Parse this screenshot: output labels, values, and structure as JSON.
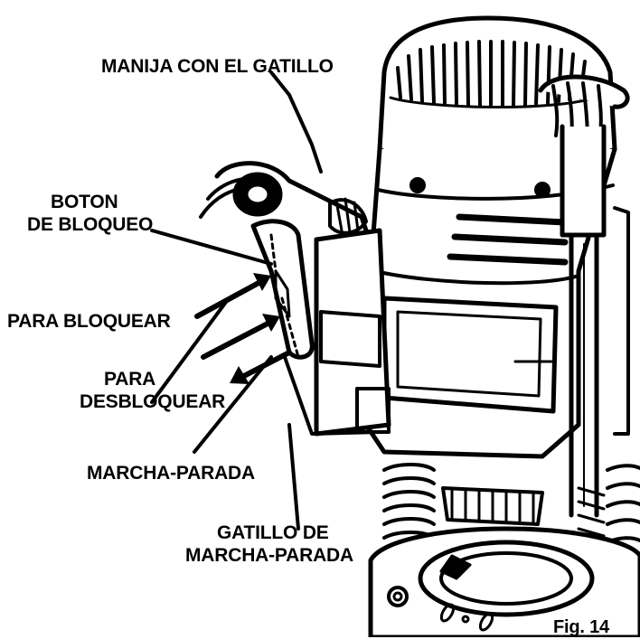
{
  "labels": {
    "handle_trigger": "MANIJA CON EL GATILLO",
    "lock_button_1": "BOTON",
    "lock_button_2": "DE BLOQUEO",
    "to_lock": "PARA BLOQUEAR",
    "to_unlock_1": "PARA",
    "to_unlock_2": "DESBLOQUEAR",
    "on_off": "MARCHA-PARADA",
    "trigger_1": "GATILLO DE",
    "trigger_2": "MARCHA-PARADA"
  },
  "figure": "Fig. 14"
}
